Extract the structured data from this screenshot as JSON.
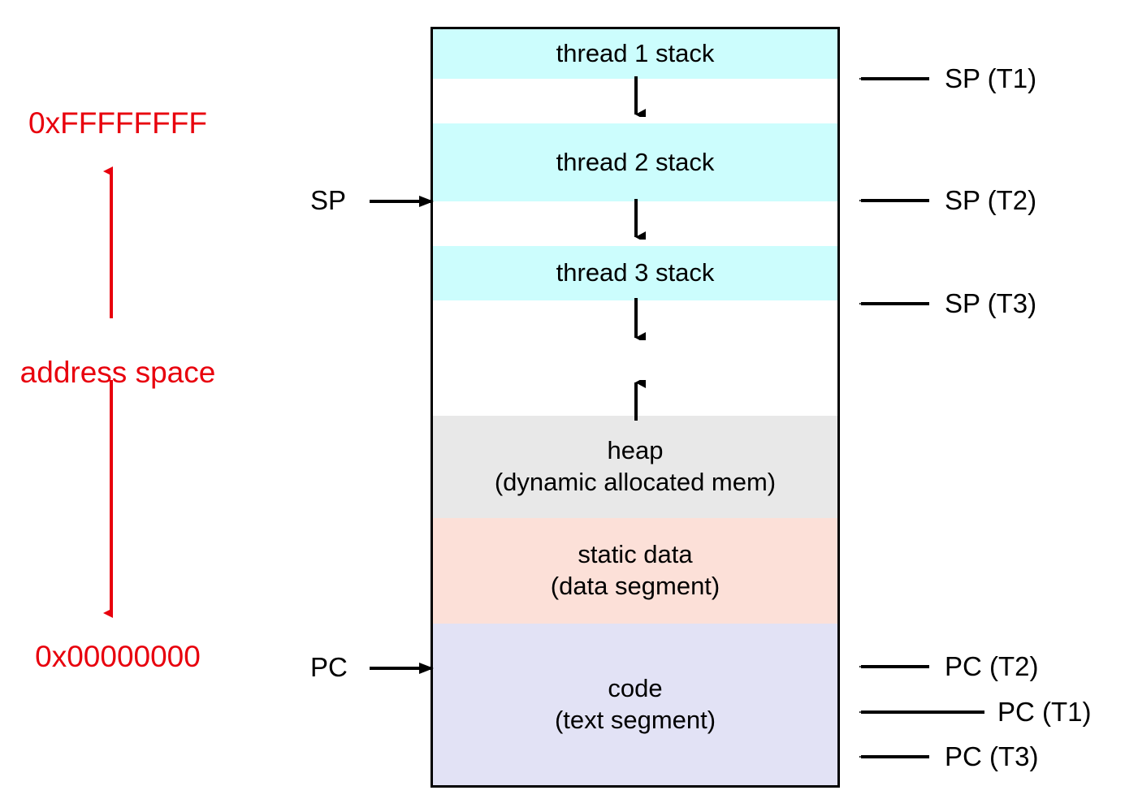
{
  "diagram": {
    "title": "Process address space with multiple thread stacks",
    "colors": {
      "stack": "#ccfdfd",
      "heap": "#e8e8e8",
      "static_data": "#fce0d8",
      "code": "#e2e2f5",
      "free": "#ffffff",
      "border": "#000000",
      "address_scale": "#e8000d"
    }
  },
  "address_scale": {
    "top_label": "0xFFFFFFFF",
    "bottom_label": "0x00000000",
    "range_label": "address space",
    "arrow_direction": "double"
  },
  "segments": [
    {
      "id": "thread1-stack",
      "label": "thread 1 stack",
      "sublabel": "",
      "fill": "stack"
    },
    {
      "id": "gap-1",
      "label": "",
      "sublabel": "",
      "fill": "free"
    },
    {
      "id": "thread2-stack",
      "label": "thread 2 stack",
      "sublabel": "",
      "fill": "stack"
    },
    {
      "id": "gap-2",
      "label": "",
      "sublabel": "",
      "fill": "free"
    },
    {
      "id": "thread3-stack",
      "label": "thread 3 stack",
      "sublabel": "",
      "fill": "stack"
    },
    {
      "id": "gap-3",
      "label": "",
      "sublabel": "",
      "fill": "free"
    },
    {
      "id": "heap",
      "label": "heap",
      "sublabel": "(dynamic allocated mem)",
      "fill": "heap"
    },
    {
      "id": "static-data",
      "label": "static data",
      "sublabel": "(data segment)",
      "fill": "static_data"
    },
    {
      "id": "code",
      "label": "code",
      "sublabel": "(text segment)",
      "fill": "code"
    }
  ],
  "left_pointers": [
    {
      "id": "sp",
      "label": "SP"
    },
    {
      "id": "pc",
      "label": "PC"
    }
  ],
  "right_pointers": [
    {
      "id": "sp-t1",
      "label": "SP (T1)"
    },
    {
      "id": "sp-t2",
      "label": "SP (T2)"
    },
    {
      "id": "sp-t3",
      "label": "SP (T3)"
    },
    {
      "id": "pc-t2",
      "label": "PC (T2)"
    },
    {
      "id": "pc-t1",
      "label": "PC (T1)"
    },
    {
      "id": "pc-t3",
      "label": "PC (T3)"
    }
  ],
  "growth_arrows": [
    {
      "id": "thread1-growth",
      "direction": "down"
    },
    {
      "id": "thread2-growth",
      "direction": "down"
    },
    {
      "id": "thread3-growth",
      "direction": "down"
    },
    {
      "id": "heap-growth",
      "direction": "up"
    }
  ]
}
